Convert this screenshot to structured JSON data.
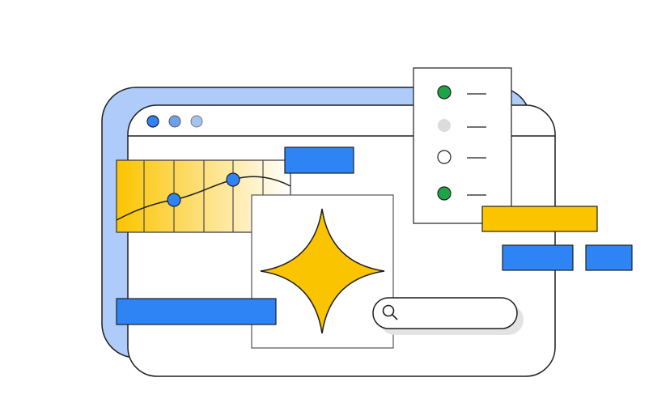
{
  "colors": {
    "outline": "#1f1f1f",
    "back_window": "#aecbfa",
    "blue": "#2f84f5",
    "dot_mid": "#6fa0ec",
    "dot_light": "#a3c4f3",
    "yellow": "#fbc400",
    "green": "#1ea446",
    "gray": "#dcdcdc",
    "shadow": "#e3e3e3"
  },
  "checklist": {
    "items": [
      {
        "state": "checked-green"
      },
      {
        "state": "disabled-gray"
      },
      {
        "state": "empty"
      },
      {
        "state": "checked-green"
      }
    ]
  }
}
